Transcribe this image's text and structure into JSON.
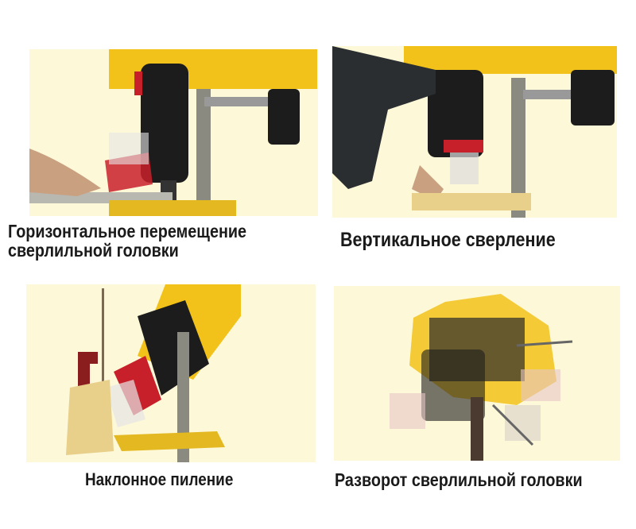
{
  "panels": [
    {
      "id": "horizontal",
      "caption_line1": "Горизонтальное перемещение",
      "caption_line2": "сверлильной головки"
    },
    {
      "id": "vertical",
      "caption": "Вертикальное сверление"
    },
    {
      "id": "tilt",
      "caption": "Наклонное пиление"
    },
    {
      "id": "rotate",
      "caption": "Разворот сверлильной головки"
    }
  ],
  "colors": {
    "background": "#fdf8d8",
    "machine_yellow": "#f2c21a",
    "motor_black": "#1c1c1c",
    "guard_red": "#c8202a",
    "wood": "#e8cf8a"
  }
}
